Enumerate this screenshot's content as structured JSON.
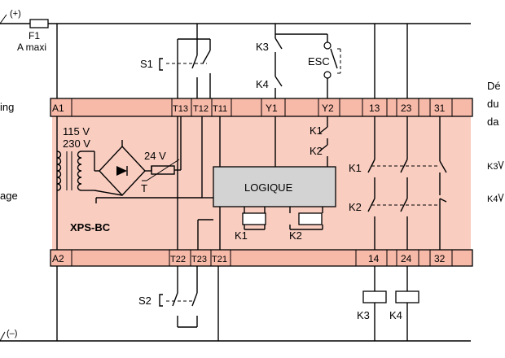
{
  "supply": {
    "plus": "(+)",
    "minus": "(–)"
  },
  "fuse": {
    "name": "F1",
    "rating": "A maxi"
  },
  "switches": {
    "s1": "S1",
    "s2": "S2"
  },
  "external": {
    "k3": "K3",
    "k4": "K4",
    "esc": "ESC"
  },
  "terminals_top": {
    "a1": "A1",
    "t13": "T13",
    "t12": "T12",
    "t11": "T11",
    "y1": "Y1",
    "y2": "Y2",
    "c13": "13",
    "c23": "23",
    "c31": "31"
  },
  "terminals_bottom": {
    "a2": "A2",
    "t22": "T22",
    "t23": "T23",
    "t21": "T21",
    "c14": "14",
    "c24": "24",
    "c32": "32"
  },
  "module": {
    "voltage_a": "115 V",
    "voltage_b": "230 V",
    "voltage_dc": "24 V",
    "thermal": "T",
    "name": "XPS-BC",
    "logic": "LOGIQUE",
    "relay_k1": "K1",
    "relay_k2": "K2",
    "contact_k1_left": "K1",
    "contact_k2_left": "K2",
    "contact_k1_right": "K1",
    "contact_k2_right": "K2"
  },
  "outputs": {
    "k3": "K3",
    "k4": "K4"
  },
  "left_margin": {
    "top": "ing",
    "bottom": "age"
  },
  "right_margin": {
    "line1": "Dé",
    "line2": "du",
    "line3": "da",
    "k3": "K3",
    "k4": "K4"
  }
}
